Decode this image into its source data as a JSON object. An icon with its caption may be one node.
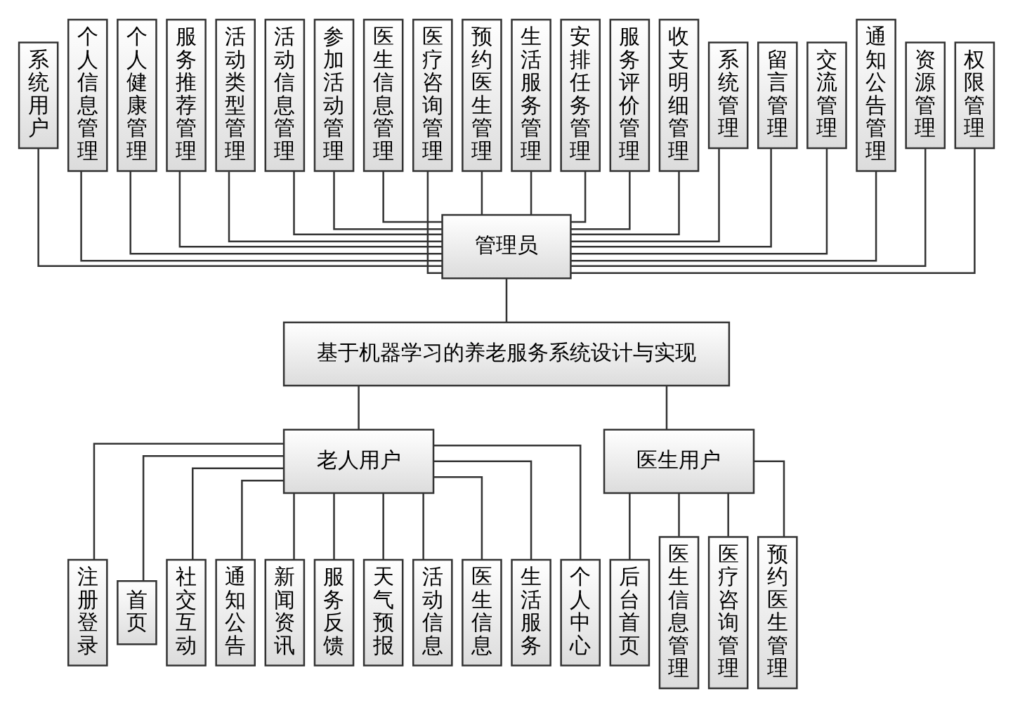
{
  "diagram": {
    "nodes": [
      {
        "text": [
          "系统用户"
        ]
      },
      {
        "text": [
          "个人信息管理"
        ]
      },
      {
        "text": [
          "个人健康管理"
        ]
      },
      {
        "text": [
          "服务推荐管理"
        ]
      },
      {
        "text": [
          "活动类型管理"
        ]
      },
      {
        "text": [
          "活动信息管理"
        ]
      },
      {
        "text": [
          "参加活动管理"
        ]
      },
      {
        "text": [
          "医生信息管理"
        ]
      },
      {
        "text": [
          "医疗咨询管理"
        ]
      },
      {
        "text": [
          "预约医生管理"
        ]
      },
      {
        "text": [
          "生活服务管理"
        ]
      },
      {
        "text": [
          "安排任务管理"
        ]
      },
      {
        "text": [
          "服务评价管理"
        ]
      },
      {
        "text": [
          "收支明细管理"
        ]
      },
      {
        "text": [
          "系统管理"
        ]
      },
      {
        "text": [
          "留言管理"
        ]
      },
      {
        "text": [
          "交流管理"
        ]
      },
      {
        "text": [
          "通知公告管理"
        ]
      },
      {
        "text": [
          "资源管理"
        ]
      },
      {
        "text": [
          "权限管理"
        ]
      },
      {
        "text": [
          "管理员"
        ]
      },
      {
        "text": [
          "基于机器学习的养老服务系统设计与实现"
        ]
      },
      {
        "text": [
          "老人用户"
        ]
      },
      {
        "text": [
          "医生用户"
        ]
      },
      {
        "text": [
          "注册登录"
        ]
      },
      {
        "text": [
          "首页"
        ]
      },
      {
        "text": [
          "社交互动"
        ]
      },
      {
        "text": [
          "通知公告"
        ]
      },
      {
        "text": [
          "新闻资讯"
        ]
      },
      {
        "text": [
          "服务反馈"
        ]
      },
      {
        "text": [
          "天气预报"
        ]
      },
      {
        "text": [
          "活动信息"
        ]
      },
      {
        "text": [
          "医生信息"
        ]
      },
      {
        "text": [
          "生活服务"
        ]
      },
      {
        "text": [
          "个人中心"
        ]
      },
      {
        "text": [
          "后台首页"
        ]
      },
      {
        "text": [
          "医生信息管理"
        ]
      },
      {
        "text": [
          "医疗咨询管理"
        ]
      },
      {
        "text": [
          "预约医生管理"
        ]
      }
    ],
    "edges": [
      {
        "from": 0,
        "to": 20,
        "arrow": "none"
      },
      {
        "from": 1,
        "to": 20,
        "arrow": "none"
      },
      {
        "from": 2,
        "to": 20,
        "arrow": "none"
      },
      {
        "from": 3,
        "to": 20,
        "arrow": "none"
      },
      {
        "from": 4,
        "to": 20,
        "arrow": "none"
      },
      {
        "from": 5,
        "to": 20,
        "arrow": "none"
      },
      {
        "from": 6,
        "to": 20,
        "arrow": "none"
      },
      {
        "from": 7,
        "to": 20,
        "arrow": "none"
      },
      {
        "from": 8,
        "to": 20,
        "arrow": "none"
      },
      {
        "from": 9,
        "to": 20,
        "arrow": "none"
      },
      {
        "from": 10,
        "to": 20,
        "arrow": "none"
      },
      {
        "from": 11,
        "to": 20,
        "arrow": "none"
      },
      {
        "from": 12,
        "to": 20,
        "arrow": "none"
      },
      {
        "from": 13,
        "to": 20,
        "arrow": "none"
      },
      {
        "from": 14,
        "to": 20,
        "arrow": "none"
      },
      {
        "from": 15,
        "to": 20,
        "arrow": "none"
      },
      {
        "from": 16,
        "to": 20,
        "arrow": "none"
      },
      {
        "from": 17,
        "to": 20,
        "arrow": "none"
      },
      {
        "from": 18,
        "to": 20,
        "arrow": "none"
      },
      {
        "from": 19,
        "to": 20,
        "arrow": "none"
      },
      {
        "from": 20,
        "to": 21,
        "arrow": "none"
      },
      {
        "from": 21,
        "to": 22,
        "arrow": "none"
      },
      {
        "from": 21,
        "to": 23,
        "arrow": "none"
      },
      {
        "from": 22,
        "to": 24,
        "arrow": "none"
      },
      {
        "from": 22,
        "to": 25,
        "arrow": "none"
      },
      {
        "from": 22,
        "to": 26,
        "arrow": "none"
      },
      {
        "from": 22,
        "to": 27,
        "arrow": "none"
      },
      {
        "from": 22,
        "to": 28,
        "arrow": "none"
      },
      {
        "from": 22,
        "to": 29,
        "arrow": "none"
      },
      {
        "from": 22,
        "to": 30,
        "arrow": "none"
      },
      {
        "from": 22,
        "to": 31,
        "arrow": "none"
      },
      {
        "from": 22,
        "to": 32,
        "arrow": "none"
      },
      {
        "from": 22,
        "to": 33,
        "arrow": "none"
      },
      {
        "from": 22,
        "to": 34,
        "arrow": "none"
      },
      {
        "from": 23,
        "to": 35,
        "arrow": "none"
      },
      {
        "from": 23,
        "to": 36,
        "arrow": "none"
      },
      {
        "from": 23,
        "to": 37,
        "arrow": "none"
      },
      {
        "from": 23,
        "to": 38,
        "arrow": "none"
      }
    ]
  }
}
